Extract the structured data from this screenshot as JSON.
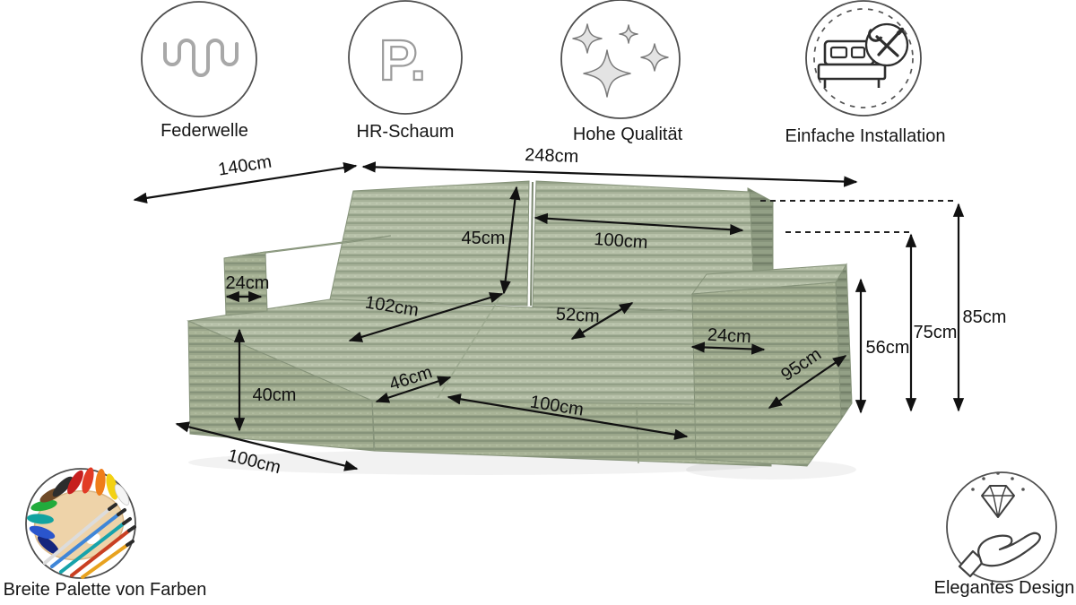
{
  "features_top": [
    {
      "label": "Federwelle",
      "icon": "spring-wave-icon"
    },
    {
      "label": "HR-Schaum",
      "icon": "hr-foam-icon",
      "glyph": "P."
    },
    {
      "label": "Hohe Qualität",
      "icon": "sparkles-icon"
    },
    {
      "label": "Einfache Installation",
      "icon": "bed-tools-icon"
    }
  ],
  "features_bottom": [
    {
      "label": "Breite Palette von Farben",
      "icon": "color-palette-icon"
    },
    {
      "label": "Elegantes Design",
      "icon": "hand-diamond-icon"
    }
  ],
  "dimensions": {
    "width_side": "140cm",
    "width_total": "248cm",
    "back_cushion_height": "45cm",
    "back_cushion_width": "100cm",
    "chaise_depth": "102cm",
    "seat_depth": "52cm",
    "armrest_left_width": "24cm",
    "chaise_height": "40cm",
    "chaise_length": "100cm",
    "seat_front_depth": "46cm",
    "seat_width": "100cm",
    "armrest_right_width": "24cm",
    "armrest_depth": "95cm",
    "armrest_height": "56cm",
    "seat_back_height": "75cm",
    "total_height": "85cm"
  },
  "colors": {
    "fabric_ridge": "#b7c1a9",
    "fabric_groove": "#93a087",
    "fabric_front_ridge": "#a8b396",
    "fabric_front_groove": "#86937a",
    "fabric_shadow_ridge": "#93a086",
    "fabric_shadow_groove": "#74816a",
    "annotation": "#111111",
    "icon_stroke": "#4f4f4f",
    "background": "#ffffff"
  }
}
